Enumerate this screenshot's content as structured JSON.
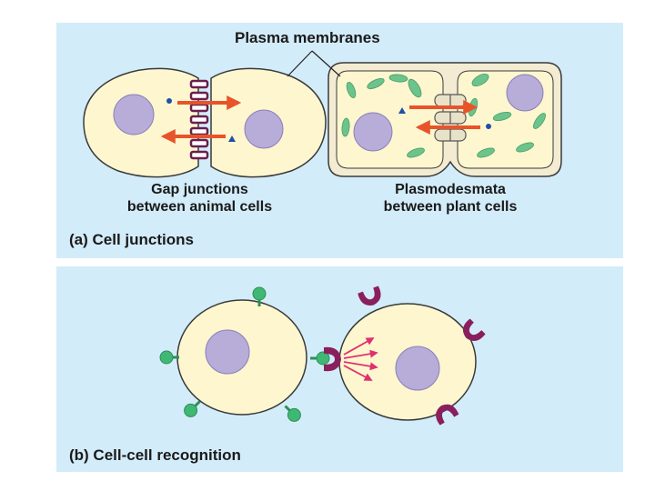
{
  "panel_a": {
    "top_label": "Plasma membranes",
    "left_caption_line1": "Gap junctions",
    "left_caption_line2": "between animal cells",
    "right_caption_line1": "Plasmodesmata",
    "right_caption_line2": "between plant cells",
    "panel_label": "(a) Cell junctions"
  },
  "panel_b": {
    "panel_label": "(b) Cell-cell recognition"
  },
  "colors": {
    "panel_bg": "#d3ecfa",
    "cytoplasm": "#fdf6cf",
    "nucleus": "#b8acd8",
    "chloroplast": "#6cc48c",
    "arrow": "#e8542a",
    "gap_junction": "#6a1f4c",
    "receptor": "#8a1f5e",
    "ligand": "#3fb873",
    "signal": "#e0306e"
  },
  "icons": [
    "circle-molecule-icon",
    "triangle-molecule-icon",
    "receptor-icon",
    "ligand-icon"
  ]
}
